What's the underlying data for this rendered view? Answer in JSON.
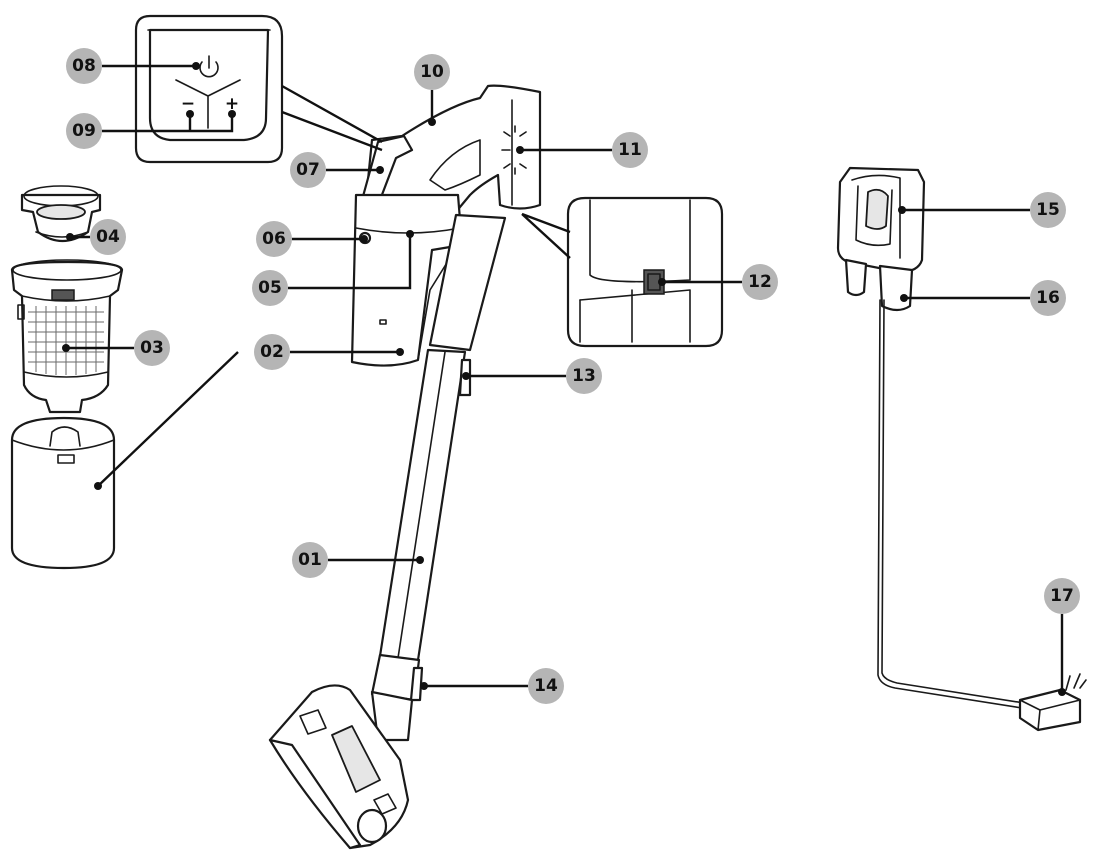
{
  "labels": [
    {
      "id": "label-01",
      "text": "01"
    },
    {
      "id": "label-02",
      "text": "02"
    },
    {
      "id": "label-03",
      "text": "03"
    },
    {
      "id": "label-04",
      "text": "04"
    },
    {
      "id": "label-05",
      "text": "05"
    },
    {
      "id": "label-06",
      "text": "06"
    },
    {
      "id": "label-07",
      "text": "07"
    },
    {
      "id": "label-08",
      "text": "08"
    },
    {
      "id": "label-09",
      "text": "09"
    },
    {
      "id": "label-10",
      "text": "10"
    },
    {
      "id": "label-11",
      "text": "11"
    },
    {
      "id": "label-12",
      "text": "12"
    },
    {
      "id": "label-13",
      "text": "13"
    },
    {
      "id": "label-14",
      "text": "14"
    },
    {
      "id": "label-15",
      "text": "15"
    },
    {
      "id": "label-16",
      "text": "16"
    },
    {
      "id": "label-17",
      "text": "17"
    }
  ],
  "control_panel": {
    "minus_symbol": "−",
    "plus_symbol": "+"
  },
  "colors": {
    "line": "#1a1a1a",
    "badge": "#b5b5b5",
    "background": "#ffffff"
  }
}
